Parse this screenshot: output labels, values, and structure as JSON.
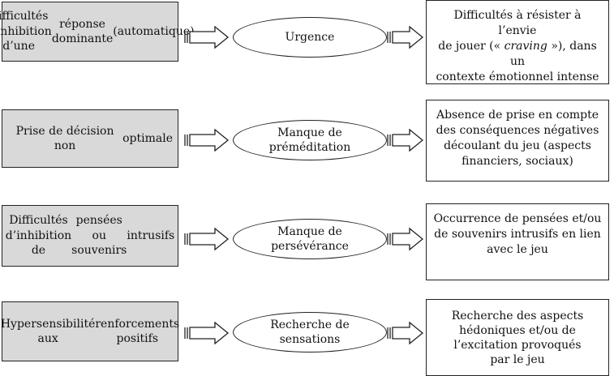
{
  "rows": [
    {
      "cause_lines": [
        "Difficultés d’inhibition d’une",
        "réponse dominante",
        "(automatique)"
      ],
      "dimension_lines": [
        "Urgence"
      ],
      "consequence_lines_pre": "Difficultés à résister à l’envie",
      "consequence_line2_a": "de jouer (« ",
      "consequence_line2_em": "craving",
      "consequence_line2_b": " »), dans un",
      "consequence_line3": "contexte émotionnel intense"
    },
    {
      "cause_lines": [
        "Prise de décision non",
        "optimale"
      ],
      "dimension_lines": [
        "Manque de",
        "préméditation"
      ],
      "consequence_lines": [
        "Absence de prise en compte",
        "des conséquences négatives",
        "découlant du jeu (aspects",
        "financiers, sociaux)"
      ]
    },
    {
      "cause_lines": [
        "Difficultés d’inhibition de",
        "pensées ou souvenirs",
        "intrusifs"
      ],
      "dimension_lines": [
        "Manque de",
        "persévérance"
      ],
      "consequence_lines": [
        "Occurrence de pensées et/ou",
        "de souvenirs intrusifs en lien",
        "avec le jeu"
      ]
    },
    {
      "cause_lines": [
        "Hypersensibilité aux",
        "renforcements positifs"
      ],
      "dimension_lines": [
        "Recherche de",
        "sensations"
      ],
      "consequence_lines": [
        "Recherche des aspects",
        "hédoniques et/ou de",
        "l’excitation provoqués",
        "par le jeu"
      ]
    }
  ],
  "colors": {
    "cause_fill": "#d9d9d9",
    "border": "#222222",
    "background": "#ffffff"
  },
  "icons": {
    "arrow": "double-line-right-arrow-icon"
  }
}
